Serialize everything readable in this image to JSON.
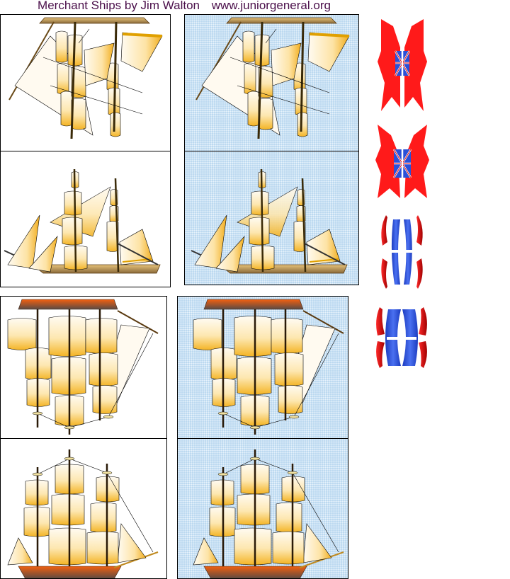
{
  "header": {
    "title": "Merchant Ships by Jim Walton",
    "url": "www.juniorgeneral.org",
    "color": "#4a0f4a"
  },
  "colors": {
    "sail_light": "#fffaf0",
    "sail_dark": "#f5b82a",
    "hull_wood": "#c8a060",
    "hull_red": "#e85a18",
    "sea": "#bcd9f0",
    "flag_red": "#ff1a1a",
    "flag_blue": "#2a50d8"
  },
  "sheets": [
    {
      "id": "brig-plain",
      "background": "white",
      "views": [
        "top-view",
        "side-view"
      ]
    },
    {
      "id": "brig-sea",
      "background": "sea",
      "views": [
        "top-view",
        "side-view"
      ]
    },
    {
      "id": "ship-plain",
      "background": "white",
      "views": [
        "top-view",
        "side-view"
      ]
    },
    {
      "id": "ship-sea",
      "background": "sea",
      "views": [
        "top-view",
        "side-view"
      ]
    }
  ],
  "flags": [
    {
      "type": "union-jack-red-ensign",
      "count": 2
    },
    {
      "type": "blue-red-pennant",
      "count": 2
    }
  ]
}
